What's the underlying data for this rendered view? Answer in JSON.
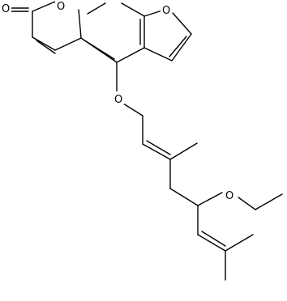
{
  "molecule": {
    "atom_labels": {
      "carbonyl_o": "O",
      "ring_o_pyranone": "O",
      "ring_o_furan": "O",
      "ether_o_aryl": "O",
      "ether_o_ethoxy": "O"
    }
  }
}
